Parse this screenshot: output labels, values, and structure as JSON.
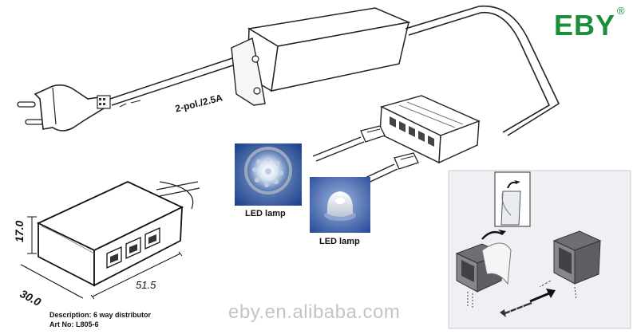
{
  "brand": {
    "logo_text": "EBY",
    "registered_mark": "®",
    "color": "#1a8f3a"
  },
  "cable_label": "2-pol./2.5A",
  "lamps": [
    {
      "label": "LED lamp"
    },
    {
      "label": "LED lamp"
    }
  ],
  "dimensions": {
    "height": "17.0",
    "depth": "30.0",
    "width": "51.5"
  },
  "product": {
    "description": "Description: 6 way distributor",
    "art_no": "Art No: L805-6"
  },
  "watermark": "eby.en.alibaba.com"
}
